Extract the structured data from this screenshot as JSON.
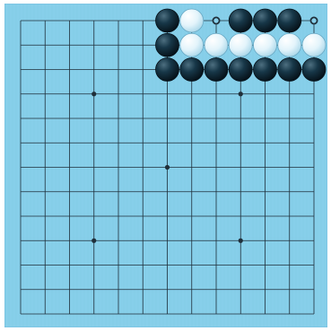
{
  "board": {
    "size": 13,
    "colors": {
      "board": "#87CFEA",
      "board_edge": "#73BEDE",
      "grid": "#1F2F3A",
      "black_stone": "#0E2A38",
      "white_stone": "#EAF7FC",
      "marker": "#1F2F3A"
    },
    "star_points": [
      {
        "col": 3,
        "row": 3
      },
      {
        "col": 9,
        "row": 3
      },
      {
        "col": 6,
        "row": 6
      },
      {
        "col": 3,
        "row": 9
      },
      {
        "col": 9,
        "row": 9
      }
    ],
    "stones": [
      {
        "col": 6,
        "row": 0,
        "color": "black"
      },
      {
        "col": 7,
        "row": 0,
        "color": "white"
      },
      {
        "col": 9,
        "row": 0,
        "color": "black"
      },
      {
        "col": 10,
        "row": 0,
        "color": "black"
      },
      {
        "col": 11,
        "row": 0,
        "color": "black"
      },
      {
        "col": 6,
        "row": 1,
        "color": "black"
      },
      {
        "col": 7,
        "row": 1,
        "color": "white"
      },
      {
        "col": 8,
        "row": 1,
        "color": "white"
      },
      {
        "col": 9,
        "row": 1,
        "color": "white"
      },
      {
        "col": 10,
        "row": 1,
        "color": "white"
      },
      {
        "col": 11,
        "row": 1,
        "color": "white"
      },
      {
        "col": 12,
        "row": 1,
        "color": "white"
      },
      {
        "col": 6,
        "row": 2,
        "color": "black"
      },
      {
        "col": 7,
        "row": 2,
        "color": "black"
      },
      {
        "col": 8,
        "row": 2,
        "color": "black"
      },
      {
        "col": 9,
        "row": 2,
        "color": "black"
      },
      {
        "col": 10,
        "row": 2,
        "color": "black"
      },
      {
        "col": 11,
        "row": 2,
        "color": "black"
      },
      {
        "col": 12,
        "row": 2,
        "color": "black"
      }
    ],
    "markers": [
      {
        "col": 8,
        "row": 0,
        "type": "circle"
      },
      {
        "col": 12,
        "row": 0,
        "type": "circle"
      }
    ]
  }
}
